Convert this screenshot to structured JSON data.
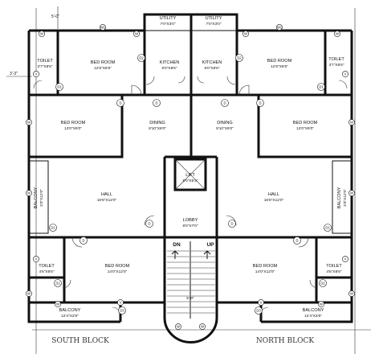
{
  "blocks": {
    "south": "SOUTH BLOCK",
    "north": "NORTH BLOCK"
  },
  "edge_dims": {
    "top": "5'-0\"",
    "left": "3'-3\"",
    "lift_base": "5'-0\""
  },
  "stair": {
    "down": "DN",
    "up": "UP"
  },
  "rooms": {
    "utility_l": {
      "name": "UTILITY",
      "dim": "7'0\"X3'0\""
    },
    "utility_r": {
      "name": "UTILITY",
      "dim": "7'0\"X3'0\""
    },
    "toilet_tl": {
      "name": "TOILET",
      "dim": "3'7\"X8'6\""
    },
    "toilet_tr": {
      "name": "TOILET",
      "dim": "3'7\"X8'6\""
    },
    "bed_tl": {
      "name": "BED ROOM",
      "dim": "12'6\"X8'6\""
    },
    "bed_tr": {
      "name": "BED ROOM",
      "dim": "12'6\"X8'6\""
    },
    "kitchen_l": {
      "name": "KITCHEN",
      "dim": "6'0\"X8'6\""
    },
    "kitchen_r": {
      "name": "KITCHEN",
      "dim": "6'0\"X8'6\""
    },
    "bed_ml": {
      "name": "BED ROOM",
      "dim": "13'0\"X9'0\""
    },
    "bed_mr": {
      "name": "BED ROOM",
      "dim": "13'0\"X9'0\""
    },
    "dining_l": {
      "name": "DINING",
      "dim": "9'10\"X9'0\""
    },
    "dining_r": {
      "name": "DINING",
      "dim": "9'10\"X9'0\""
    },
    "lift": {
      "name": "LIFT",
      "dim": "5'0\"X5'3\""
    },
    "hall_l": {
      "name": "HALL",
      "dim": "16'6\"X12'0\""
    },
    "hall_r": {
      "name": "HALL",
      "dim": "16'6\"X12'0\""
    },
    "balcony_side_l": {
      "name": "BALCONY",
      "dim": "3'3\"X12'0\""
    },
    "balcony_side_r": {
      "name": "BALCONY",
      "dim": "3'3\"X12'0\""
    },
    "lobby": {
      "name": "LOBBY",
      "dim": "8'0\"X7'0\""
    },
    "toilet_bl": {
      "name": "TOILET",
      "dim": "4'6\"X8'6\""
    },
    "toilet_br": {
      "name": "TOILET",
      "dim": "4'6\"X8'6\""
    },
    "bed_bl": {
      "name": "BED ROOM",
      "dim": "14'0\"X12'0\""
    },
    "bed_br": {
      "name": "BED ROOM",
      "dim": "14'0\"X12'0\""
    },
    "balcony_bl": {
      "name": "BALCONY",
      "dim": "12'4\"X3'6\""
    },
    "balcony_br": {
      "name": "BALCONY",
      "dim": "12'4\"X3'6\""
    }
  },
  "door_tags": [
    "D1",
    "D2",
    "D2",
    "D1",
    "D",
    "D",
    "D",
    "D",
    "D1",
    "D1",
    "D",
    "D",
    "D",
    "D",
    "D2",
    "D2",
    "D3",
    "D3"
  ],
  "window_tags": [
    "W",
    "W1",
    "W",
    "W",
    "W1",
    "W",
    "V",
    "V",
    "W",
    "W",
    "W",
    "W",
    "V",
    "V",
    "W",
    "W",
    "W",
    "W",
    "V",
    "V",
    "W",
    "W"
  ]
}
